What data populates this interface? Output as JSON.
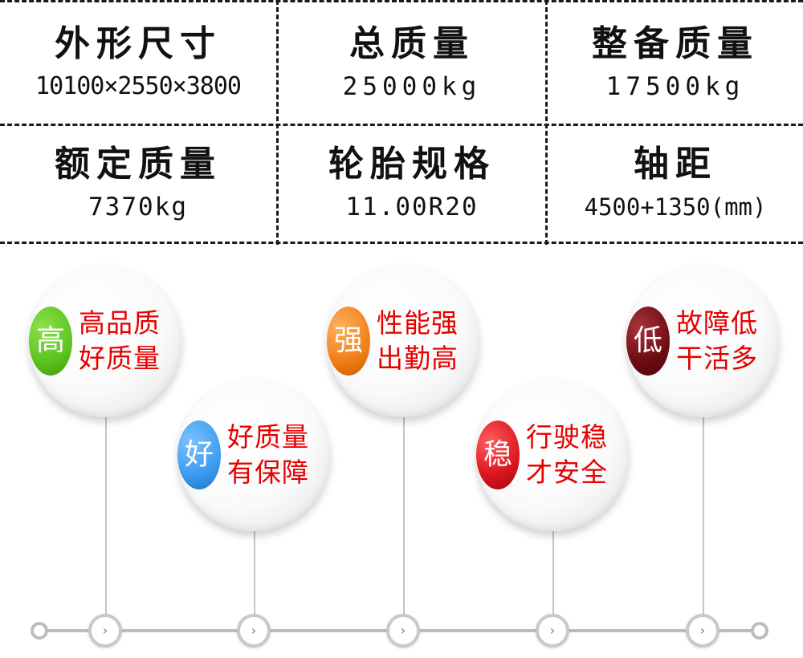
{
  "specs": [
    {
      "label": "外形尺寸",
      "value": "10100×2550×3800"
    },
    {
      "label": "总质量",
      "value": "25000kg"
    },
    {
      "label": "整备质量",
      "value": "17500kg"
    },
    {
      "label": "额定质量",
      "value": "7370kg"
    },
    {
      "label": "轮胎规格",
      "value": "11.00R20"
    },
    {
      "label": "轴距",
      "value": "4500+1350(mm)"
    }
  ],
  "features": [
    {
      "badge": "高",
      "line1": "高品质",
      "line2": "好质量",
      "color": "#5cc41f"
    },
    {
      "badge": "好",
      "line1": "好质量",
      "line2": "有保障",
      "color": "#3a9bf0"
    },
    {
      "badge": "强",
      "line1": "性能强",
      "line2": "出勤高",
      "color": "#f07d16"
    },
    {
      "badge": "稳",
      "line1": "行驶稳",
      "line2": "才安全",
      "color": "#d9141c"
    },
    {
      "badge": "低",
      "line1": "故障低",
      "line2": "干活多",
      "color": "#6e0b14"
    }
  ],
  "timeline": {
    "node_icon": "›",
    "node_icon_name": "chevron-right-icon"
  }
}
